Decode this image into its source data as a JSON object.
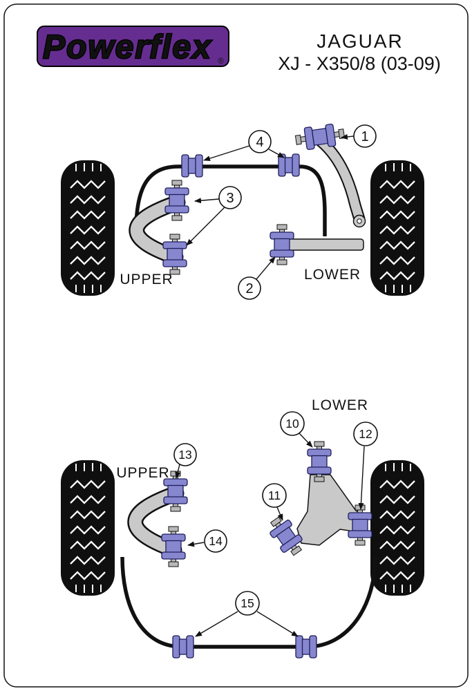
{
  "colors": {
    "logo_bg": "#662D91",
    "logo_text": "#FFD400",
    "bushing_fill": "#8787D0",
    "bushing_stroke": "#1E1E5A",
    "arm_fill": "#C9C9C9",
    "metal_fill": "#B8B8B8",
    "outline": "#111111"
  },
  "header": {
    "brand": "Powerflex",
    "registered_mark": "®",
    "model": "JAGUAR",
    "variant": "XJ - X350/8 (03-09)"
  },
  "front": {
    "label_upper": "UPPER",
    "label_lower": "LOWER",
    "callout_1": "1",
    "callout_2": "2",
    "callout_3": "3",
    "callout_4": "4"
  },
  "rear": {
    "label_upper": "UPPER",
    "label_lower": "LOWER",
    "callout_10": "10",
    "callout_11": "11",
    "callout_12": "12",
    "callout_13": "13",
    "callout_14": "14",
    "callout_15": "15"
  }
}
